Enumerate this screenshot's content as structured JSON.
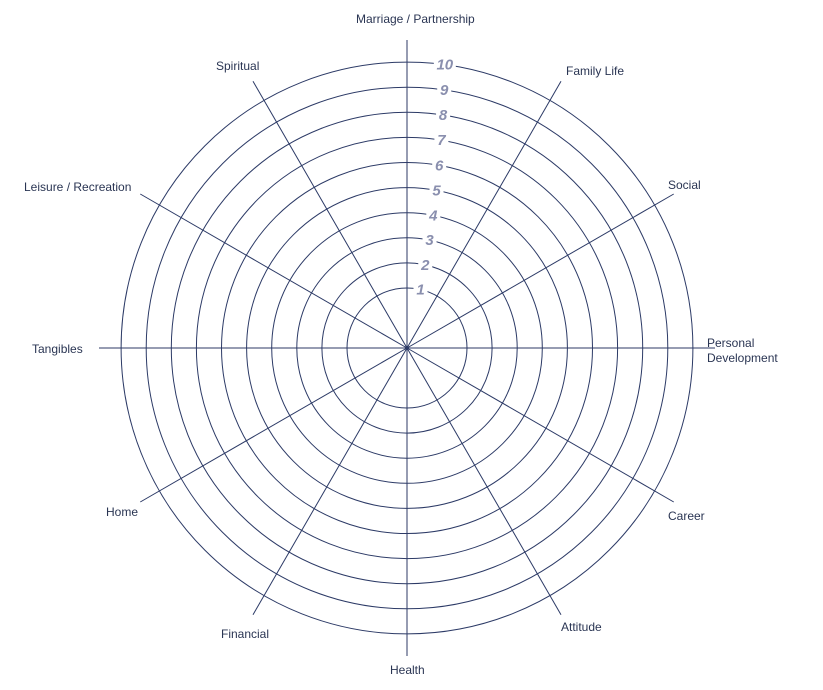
{
  "title": "Wheel of Life",
  "categories": [
    "Marriage / Partnership",
    "Family Life",
    "Social",
    "Personal Development",
    "Career",
    "Attitude",
    "Health",
    "Financial",
    "Home",
    "Tangibles",
    "Leisure / Recreation",
    "Spiritual"
  ],
  "scale": [
    "1",
    "2",
    "3",
    "4",
    "5",
    "6",
    "7",
    "8",
    "9",
    "10"
  ],
  "colors": {
    "line": "#2c3a66",
    "scale": "#8a8fae",
    "text": "#2a3553"
  }
}
